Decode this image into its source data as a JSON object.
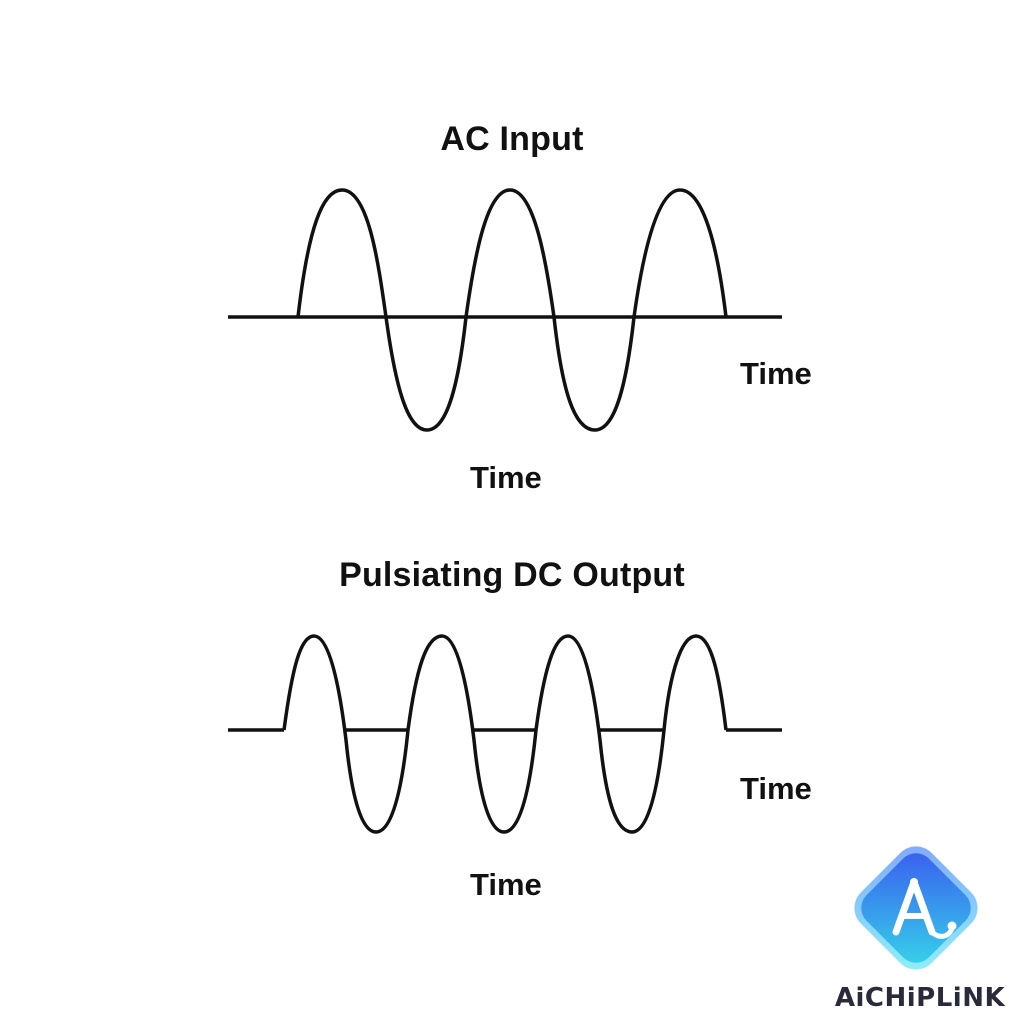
{
  "diagram": {
    "top": {
      "title": "AC Input",
      "time_label_right": "Time",
      "time_label_bottom": "Time"
    },
    "bottom": {
      "title": "Pulsiating DC Output",
      "time_label_right": "Time",
      "time_label_bottom": "Time"
    }
  },
  "logo": {
    "text": "AiCHiPLiNK",
    "icon": "chip-link-logo-icon",
    "colors": {
      "gradient_start": "#3a5bf0",
      "gradient_end": "#35d6e8"
    }
  },
  "colors": {
    "stroke": "#111111",
    "background": "#ffffff"
  }
}
